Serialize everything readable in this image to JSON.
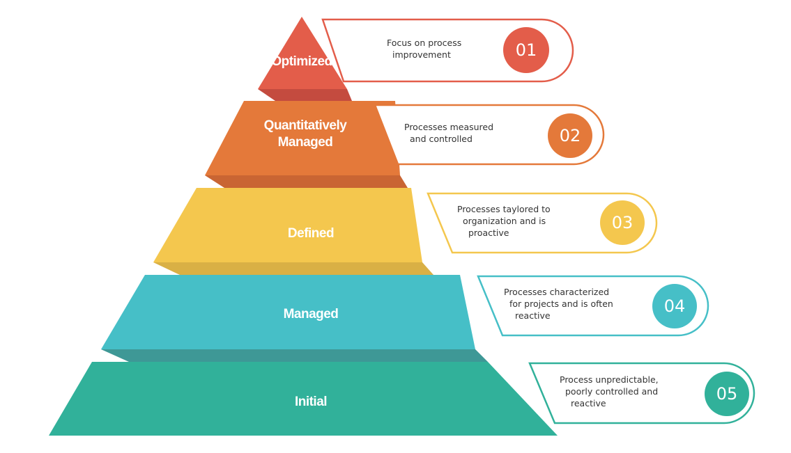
{
  "diagram": {
    "title": "",
    "type": "pyramid",
    "levels": [
      {
        "number": "01",
        "name": "Optimized",
        "name_lines": [
          "Optimized"
        ],
        "description_lines": [
          "Focus on process",
          "improvement"
        ],
        "color": "#e35d4a",
        "shade": "#c44b3f"
      },
      {
        "number": "02",
        "name": "Quantitatively Managed",
        "name_lines": [
          "Quantitatively",
          "Managed"
        ],
        "description_lines": [
          "Processes measured",
          "and controlled"
        ],
        "color": "#e4793a",
        "shade": "#c96533"
      },
      {
        "number": "03",
        "name": "Defined",
        "name_lines": [
          "Defined"
        ],
        "description_lines": [
          "Processes taylored to",
          "organization and is",
          "proactive"
        ],
        "color": "#f4c74e",
        "shade": "#d9b045"
      },
      {
        "number": "04",
        "name": "Managed",
        "name_lines": [
          "Managed"
        ],
        "description_lines": [
          "Processes characterized",
          "for projects and is often",
          "reactive"
        ],
        "color": "#46bfc7",
        "shade": "#3e9896"
      },
      {
        "number": "05",
        "name": "Initial",
        "name_lines": [
          "Initial"
        ],
        "description_lines": [
          "Process unpredictable,",
          "poorly controlled and",
          "reactive"
        ],
        "color": "#31b19a",
        "shade": "#2f9a86"
      }
    ]
  }
}
